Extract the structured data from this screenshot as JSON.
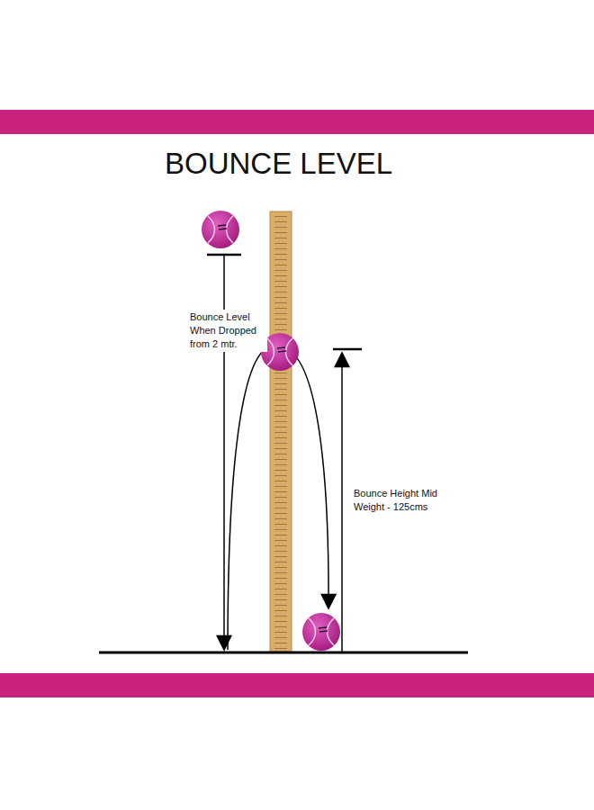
{
  "diagram": {
    "title": "BOUNCE LEVEL",
    "labels": [
      "Bounce Level When Dropped from 2 mtr.",
      "Bounce Height Mid Weight - 125cms"
    ]
  }
}
